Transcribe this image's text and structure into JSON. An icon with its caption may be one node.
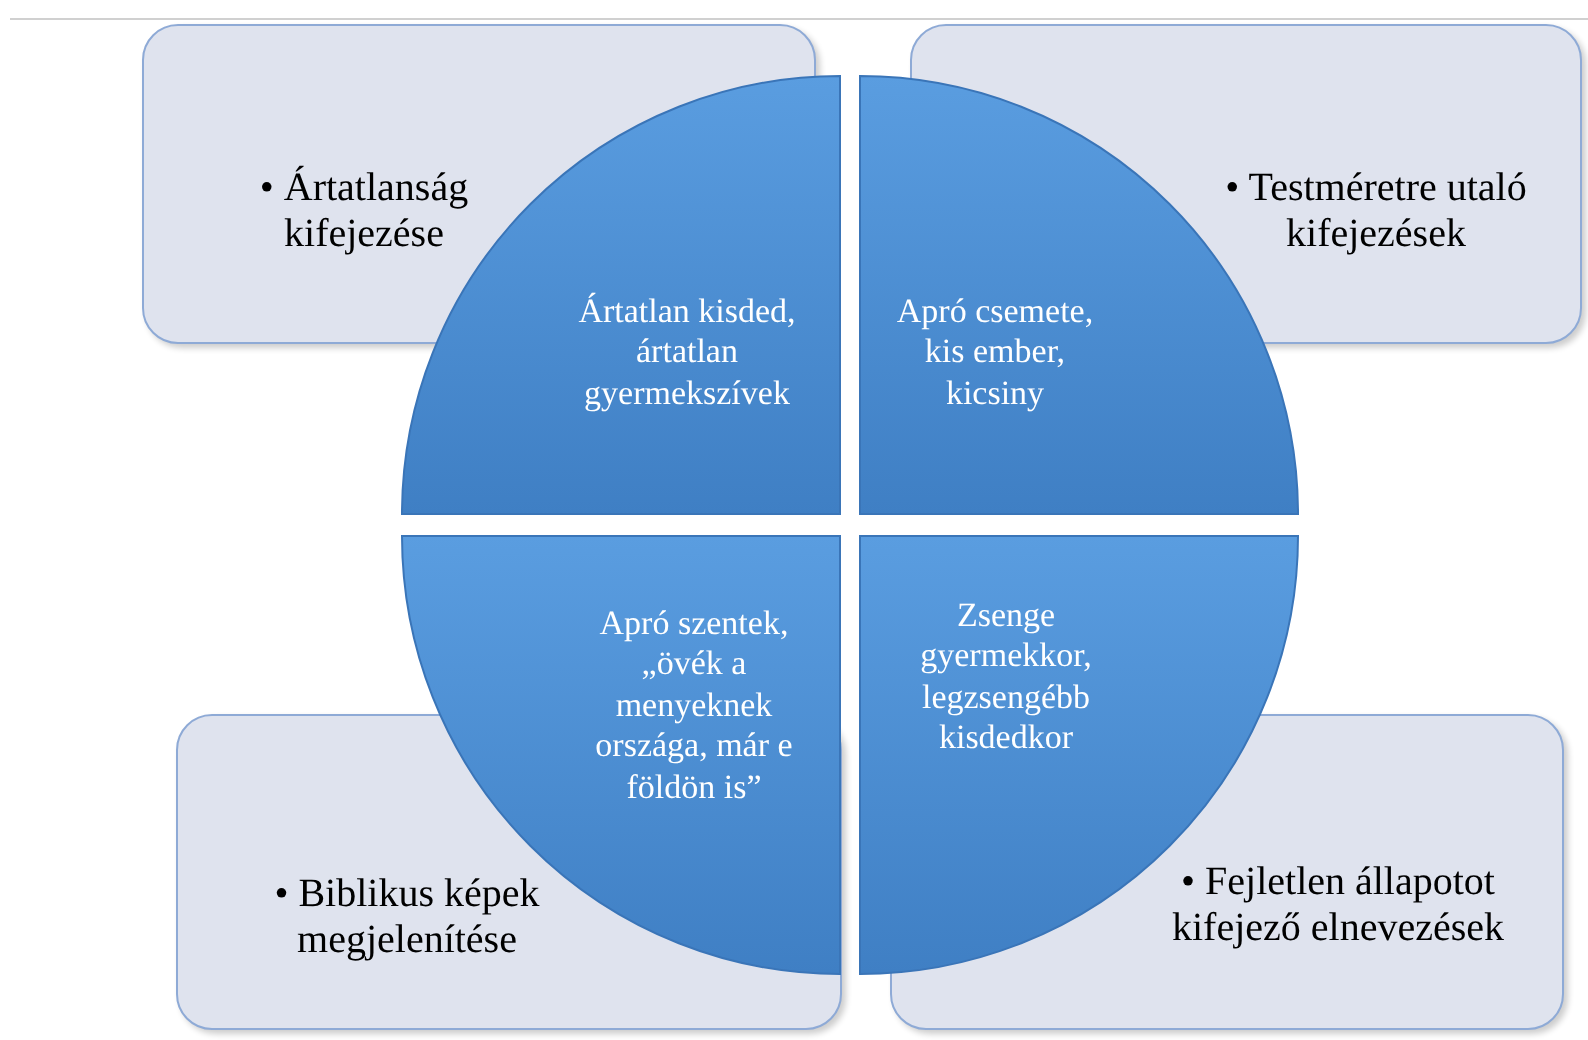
{
  "diagram": {
    "nodes": [
      {
        "text": [
          "• Ártatlanság kifejezése"
        ]
      },
      {
        "text": [
          "• Testméretre utaló kifejezések"
        ]
      },
      {
        "text": [
          "Ártatlan kisded, ártatlan gyermekszívek"
        ]
      },
      {
        "text": [
          "Apró csemete, kis ember, kicsiny"
        ]
      },
      {
        "text": [
          "Apró szentek, „övék a menyeknek országa, már e földön is”"
        ]
      },
      {
        "text": [
          "Zsenge gyermekkor, legzsengébb kisdedkor"
        ]
      },
      {
        "text": [
          "• Biblikus képek megjelenítése"
        ]
      },
      {
        "text": [
          "• Fejletlen állapotot kifejező elnevezések"
        ]
      }
    ]
  }
}
